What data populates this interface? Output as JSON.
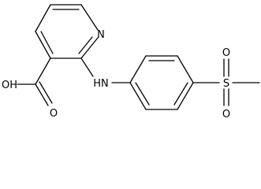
{
  "structure": {
    "atoms": {
      "pyridine_n": "N",
      "amine_nh": "HN",
      "carboxyl_oh": "OH",
      "carbonyl_o": "O",
      "sulfur": "S",
      "sulfonyl_o_top": "O",
      "sulfonyl_o_bottom": "O"
    }
  },
  "colors": {
    "bond": "#000000",
    "label": "#000000",
    "background": "#ffffff"
  }
}
